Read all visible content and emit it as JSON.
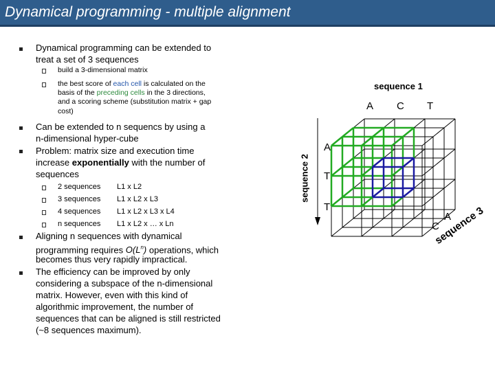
{
  "slide": {
    "title": "Dynamical programming - multiple alignment",
    "bullet1": {
      "line1": "Dynamical programming can be extended to",
      "line2": "treat a set of 3 sequences",
      "sub1": "build a 3-dimensional matrix",
      "sub2_part1": "the best score of ",
      "sub2_each_cell": "each cell",
      "sub2_part2": " is calculated on the",
      "sub2_line2_part1": "basis of the ",
      "sub2_preceding_cells": "preceding cells",
      "sub2_line2_part2": " in the 3 directions,",
      "sub2_line3": "and a scoring scheme (substitution matrix + gap",
      "sub2_line4": "cost)"
    },
    "bullet2": {
      "line1": "Can be extended to n sequencs by using a",
      "line2": "n-dimensional hyper-cube"
    },
    "bullet3": {
      "line1": "Problem: matrix size and execution time",
      "line2_part1": "increase ",
      "line2_bold": "exponentially",
      "line2_part2": " with the number of",
      "line3": "sequences"
    },
    "complexity_table": [
      {
        "count": "2 sequences",
        "size": "L1 x L2"
      },
      {
        "count": "3 sequences",
        "size": "L1 x L2 x L3"
      },
      {
        "count": "4 sequences",
        "size": "L1 x L2 x L3 x L4"
      },
      {
        "count": "n sequences",
        "size": "L1 x L2 x … x Ln"
      }
    ],
    "bullet4": {
      "line1": "Aligning n sequences with dynamical",
      "line2_part1": "programming requires ",
      "line2_italic": "O(L",
      "line2_sup": "n",
      "line2_italic_end": ")",
      "line2_part2": " operations, which",
      "line3": "becomes thus very rapidly impractical."
    },
    "bullet5": {
      "line1": "The efficiency can be improved by only",
      "line2": "considering a subspace of the n-dimensional",
      "line3": "matrix. However, even with this kind of",
      "line4": "algorithmic improvement, the number of",
      "line5": "sequences that can be aligned is still restricted",
      "line6": "(~8 sequences maximum)."
    },
    "diagram": {
      "sequence1_label": "sequence 1",
      "sequence1_letters": [
        "A",
        "C",
        "T"
      ],
      "sequence2_label": "sequence 2",
      "sequence2_letters": [
        "A",
        "T",
        "T"
      ],
      "sequence3_label": "sequence 3",
      "sequence3_letters": [
        "A",
        "C"
      ],
      "colors": {
        "grid": "#000000",
        "preceding_cells": "#22aa22",
        "current_cell": "#1a1aa0",
        "title_bar": "#2f5d8c"
      }
    }
  }
}
